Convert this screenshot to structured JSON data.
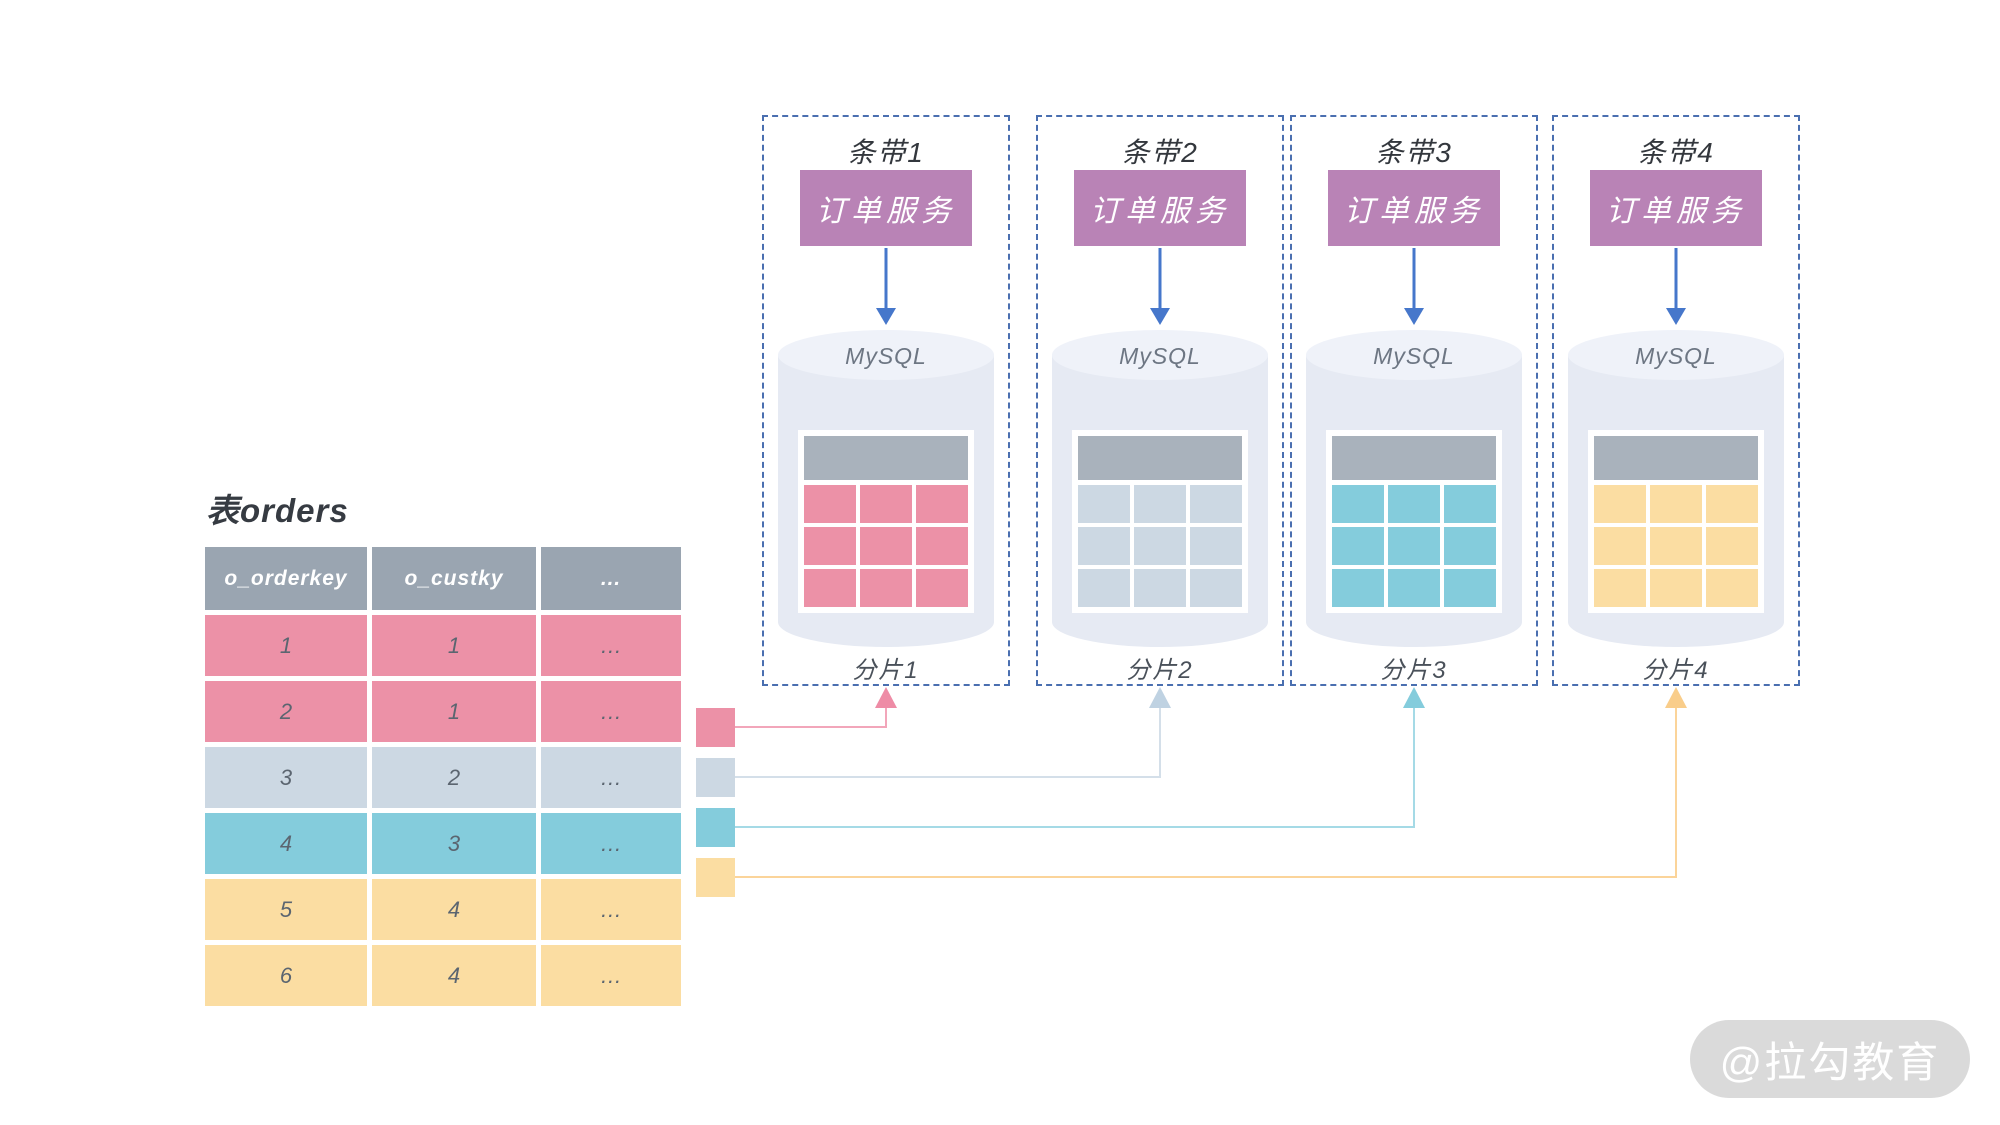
{
  "diagram": {
    "source_table": {
      "title": "表orders",
      "headers": [
        "o_orderkey",
        "o_custky",
        "…"
      ],
      "rows": [
        {
          "cells": [
            "1",
            "1",
            "…"
          ],
          "shard": 1
        },
        {
          "cells": [
            "2",
            "1",
            "…"
          ],
          "shard": 1
        },
        {
          "cells": [
            "3",
            "2",
            "…"
          ],
          "shard": 2
        },
        {
          "cells": [
            "4",
            "3",
            "…"
          ],
          "shard": 3
        },
        {
          "cells": [
            "5",
            "4",
            "…"
          ],
          "shard": 4
        },
        {
          "cells": [
            "6",
            "4",
            "…"
          ],
          "shard": 4
        }
      ]
    },
    "stripes": [
      {
        "title": "条带1",
        "service_label": "订单服务",
        "database_label": "MySQL",
        "shard_label": "分片1"
      },
      {
        "title": "条带2",
        "service_label": "订单服务",
        "database_label": "MySQL",
        "shard_label": "分片2"
      },
      {
        "title": "条带3",
        "service_label": "订单服务",
        "database_label": "MySQL",
        "shard_label": "分片3"
      },
      {
        "title": "条带4",
        "service_label": "订单服务",
        "database_label": "MySQL",
        "shard_label": "分片4"
      }
    ],
    "colors": {
      "shard1_pink": "#ec91a7",
      "shard2_slate": "#ccd8e3",
      "shard3_cyan": "#84ccdc",
      "shard4_yellow": "#fbdda2",
      "table_header_gray": "#9aa5b1",
      "mini_table_header_gray": "#a9b2bc",
      "service_box_purple": "#b983b6",
      "flow_arrow_blue": "#4677cb",
      "stripe_dashed_border_blue": "#4a6fb0",
      "cylinder_body": "#e6eaf3",
      "cylinder_top": "#eff2f9"
    },
    "watermark": "@拉勾教育"
  }
}
